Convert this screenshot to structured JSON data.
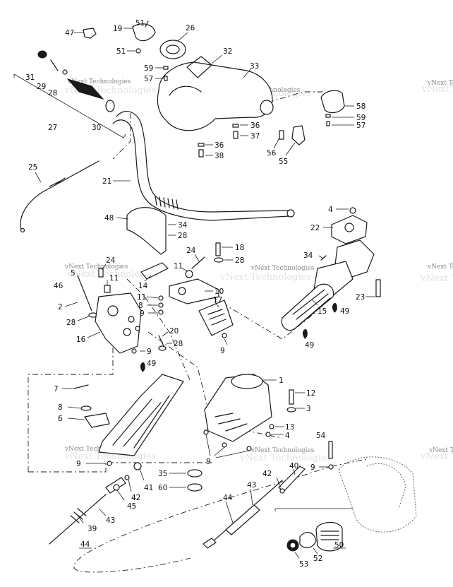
{
  "watermark": {
    "text": "vNext Technologies",
    "color": "#888888"
  },
  "diagram": {
    "type": "exploded-parts-diagram",
    "line_color": "#1a1a1a",
    "callouts": [
      {
        "id": "c47",
        "label": "47"
      },
      {
        "id": "c19",
        "label": "19"
      },
      {
        "id": "c51a",
        "label": "51"
      },
      {
        "id": "c51b",
        "label": "51"
      },
      {
        "id": "c26",
        "label": "26"
      },
      {
        "id": "c32",
        "label": "32"
      },
      {
        "id": "c33",
        "label": "33"
      },
      {
        "id": "c59a",
        "label": "59"
      },
      {
        "id": "c57a",
        "label": "57"
      },
      {
        "id": "c31",
        "label": "31"
      },
      {
        "id": "c29",
        "label": "29"
      },
      {
        "id": "c28a",
        "label": "28"
      },
      {
        "id": "c27",
        "label": "27"
      },
      {
        "id": "c30",
        "label": "30"
      },
      {
        "id": "c58",
        "label": "58"
      },
      {
        "id": "c59b",
        "label": "59"
      },
      {
        "id": "c57b",
        "label": "57"
      },
      {
        "id": "c36a",
        "label": "36"
      },
      {
        "id": "c37",
        "label": "37"
      },
      {
        "id": "c36b",
        "label": "36"
      },
      {
        "id": "c38",
        "label": "38"
      },
      {
        "id": "c56",
        "label": "56"
      },
      {
        "id": "c55",
        "label": "55"
      },
      {
        "id": "c25",
        "label": "25"
      },
      {
        "id": "c21",
        "label": "21"
      },
      {
        "id": "c4a",
        "label": "4"
      },
      {
        "id": "c48",
        "label": "48"
      },
      {
        "id": "c34a",
        "label": "34"
      },
      {
        "id": "c28b",
        "label": "28"
      },
      {
        "id": "c22",
        "label": "22"
      },
      {
        "id": "c18",
        "label": "18"
      },
      {
        "id": "c28c",
        "label": "28"
      },
      {
        "id": "c24a",
        "label": "24"
      },
      {
        "id": "c24b",
        "label": "24"
      },
      {
        "id": "c5",
        "label": "5"
      },
      {
        "id": "c11a",
        "label": "11"
      },
      {
        "id": "c14",
        "label": "14"
      },
      {
        "id": "c11b",
        "label": "11"
      },
      {
        "id": "c34b",
        "label": "34"
      },
      {
        "id": "c46",
        "label": "46"
      },
      {
        "id": "c10",
        "label": "10"
      },
      {
        "id": "c11c",
        "label": "11"
      },
      {
        "id": "c2",
        "label": "2"
      },
      {
        "id": "c8a",
        "label": "8"
      },
      {
        "id": "c9a",
        "label": "9"
      },
      {
        "id": "c17",
        "label": "17"
      },
      {
        "id": "c23",
        "label": "23"
      },
      {
        "id": "c15",
        "label": "15"
      },
      {
        "id": "c49a",
        "label": "49"
      },
      {
        "id": "c28d",
        "label": "28"
      },
      {
        "id": "c16",
        "label": "16"
      },
      {
        "id": "c20",
        "label": "20"
      },
      {
        "id": "c28e",
        "label": "28"
      },
      {
        "id": "c9b",
        "label": "9"
      },
      {
        "id": "c9c",
        "label": "9"
      },
      {
        "id": "c49b",
        "label": "49"
      },
      {
        "id": "c49c",
        "label": "49"
      },
      {
        "id": "c1",
        "label": "1"
      },
      {
        "id": "c7",
        "label": "7"
      },
      {
        "id": "c12",
        "label": "12"
      },
      {
        "id": "c3",
        "label": "3"
      },
      {
        "id": "c8b",
        "label": "8"
      },
      {
        "id": "c6",
        "label": "6"
      },
      {
        "id": "c13",
        "label": "13"
      },
      {
        "id": "c4b",
        "label": "4"
      },
      {
        "id": "c9d",
        "label": "9"
      },
      {
        "id": "c54",
        "label": "54"
      },
      {
        "id": "c9e",
        "label": "9"
      },
      {
        "id": "c40",
        "label": "40"
      },
      {
        "id": "c42a",
        "label": "42"
      },
      {
        "id": "c35",
        "label": "35"
      },
      {
        "id": "c60",
        "label": "60"
      },
      {
        "id": "c9f",
        "label": "9"
      },
      {
        "id": "c41",
        "label": "41"
      },
      {
        "id": "c42b",
        "label": "42"
      },
      {
        "id": "c45",
        "label": "45"
      },
      {
        "id": "c43a",
        "label": "43"
      },
      {
        "id": "c43b",
        "label": "43"
      },
      {
        "id": "c44a",
        "label": "44"
      },
      {
        "id": "c39",
        "label": "39"
      },
      {
        "id": "c44b",
        "label": "44"
      },
      {
        "id": "c50",
        "label": "50"
      },
      {
        "id": "c52",
        "label": "52"
      },
      {
        "id": "c53",
        "label": "53"
      }
    ]
  }
}
